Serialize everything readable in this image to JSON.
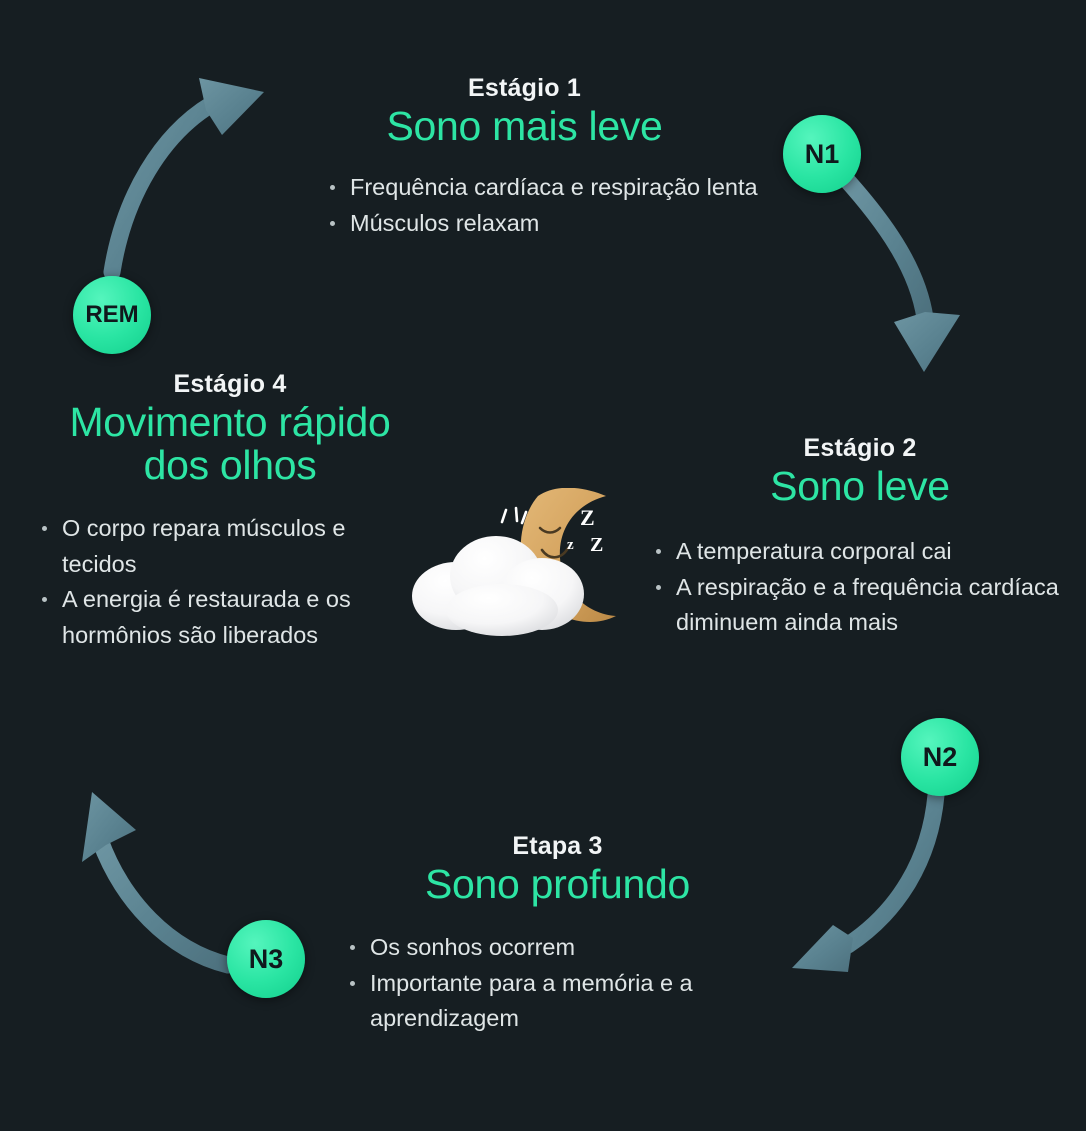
{
  "theme": {
    "background": "#161e22",
    "accent_green": "#2de5a4",
    "text_light": "#dfe5e6",
    "heading_white": "#f2f5f6",
    "arrow_color": "#5c8593",
    "node_text": "#10181c",
    "moon_color": "#d8a55e",
    "cloud_color": "#ffffff"
  },
  "nodes": [
    {
      "id": "n1",
      "label": "N1"
    },
    {
      "id": "n2",
      "label": "N2"
    },
    {
      "id": "n3",
      "label": "N3"
    },
    {
      "id": "rem",
      "label": "REM"
    }
  ],
  "illustration": {
    "name": "sleeping-moon-cloud",
    "zzz": [
      "Z",
      "z",
      "Z"
    ]
  },
  "stages": [
    {
      "id": "stage1",
      "eyebrow": "Estágio 1",
      "title": "Sono mais leve",
      "bullets": [
        "Frequência cardíaca e respiração lenta",
        "Músculos relaxam"
      ]
    },
    {
      "id": "stage2",
      "eyebrow": "Estágio 2",
      "title": "Sono leve",
      "bullets": [
        "A temperatura corporal cai",
        "A respiração e a frequência cardíaca diminuem ainda mais"
      ]
    },
    {
      "id": "stage3",
      "eyebrow": "Etapa 3",
      "title": "Sono profundo",
      "bullets": [
        "Os sonhos ocorrem",
        "Importante para a memória e a aprendizagem"
      ]
    },
    {
      "id": "stage4",
      "eyebrow": "Estágio 4",
      "title": "Movimento rápido dos olhos",
      "bullets": [
        "O corpo repara músculos e tecidos",
        "A energia é restaurada e os hormônios são liberados"
      ]
    }
  ]
}
